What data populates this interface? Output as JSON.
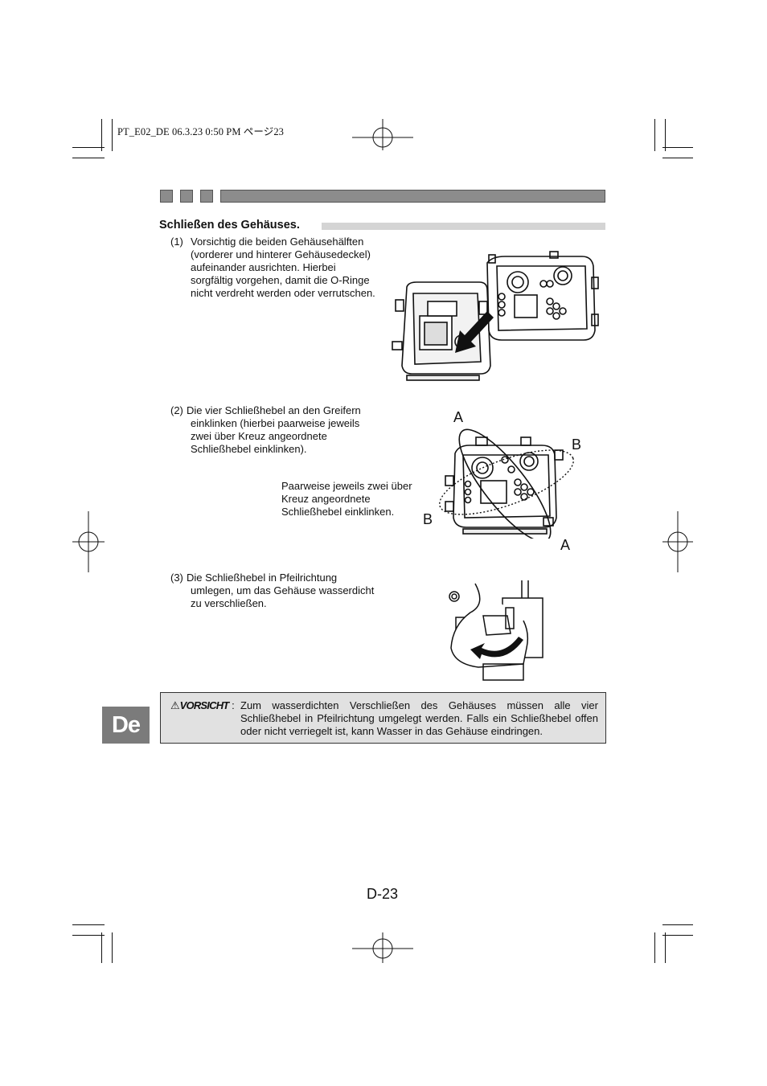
{
  "print_slug": "PT_E02_DE  06.3.23  0:50 PM  ページ23",
  "section": {
    "heading": "Schließen des Gehäuses."
  },
  "steps": [
    {
      "number": "(1)",
      "text": "Vorsichtig die beiden Gehäusehälften\n(vorderer und hinterer Gehäusedeckel)\naufeinander ausrichten. Hierbei\nsorgfältig vorgehen, damit die O-Ringe\nnicht verdreht werden oder verrutschen."
    },
    {
      "number": "(2)",
      "first_line": "Die vier Schließhebel an den Greifern",
      "text": "einklinken (hierbei paarweise jeweils\nzwei über Kreuz angeordnete\nSchließhebel einklinken)."
    },
    {
      "number": "(3)",
      "first_line": "Die Schließhebel in Pfeilrichtung",
      "text": "umlegen, um das Gehäuse wasserdicht\nzu verschließen."
    }
  ],
  "figure2": {
    "note": "Paarweise jeweils zwei über\nKreuz angeordnete\nSchließhebel einklinken.",
    "labels": {
      "a_top": "A",
      "b_right": "B",
      "b_left": "B",
      "a_bottom": "A"
    }
  },
  "caution": {
    "symbol": "⚠",
    "label": "VORSICHT",
    "colon": ":",
    "text": "Zum wasserdichten Verschließen des Gehäuses müssen alle vier Schließhebel in Pfeilrichtung umgelegt werden. Falls ein Schließhebel offen oder nicht verriegelt ist, kann Wasser in das Gehäuse eindringen."
  },
  "language_tab": "De",
  "page_number": "D-23",
  "colors": {
    "bar_gray": "#8c8c8c",
    "heading_rule": "#d4d4d4",
    "caution_bg": "#e1e1e1",
    "tab_gray": "#7b7b7b"
  }
}
